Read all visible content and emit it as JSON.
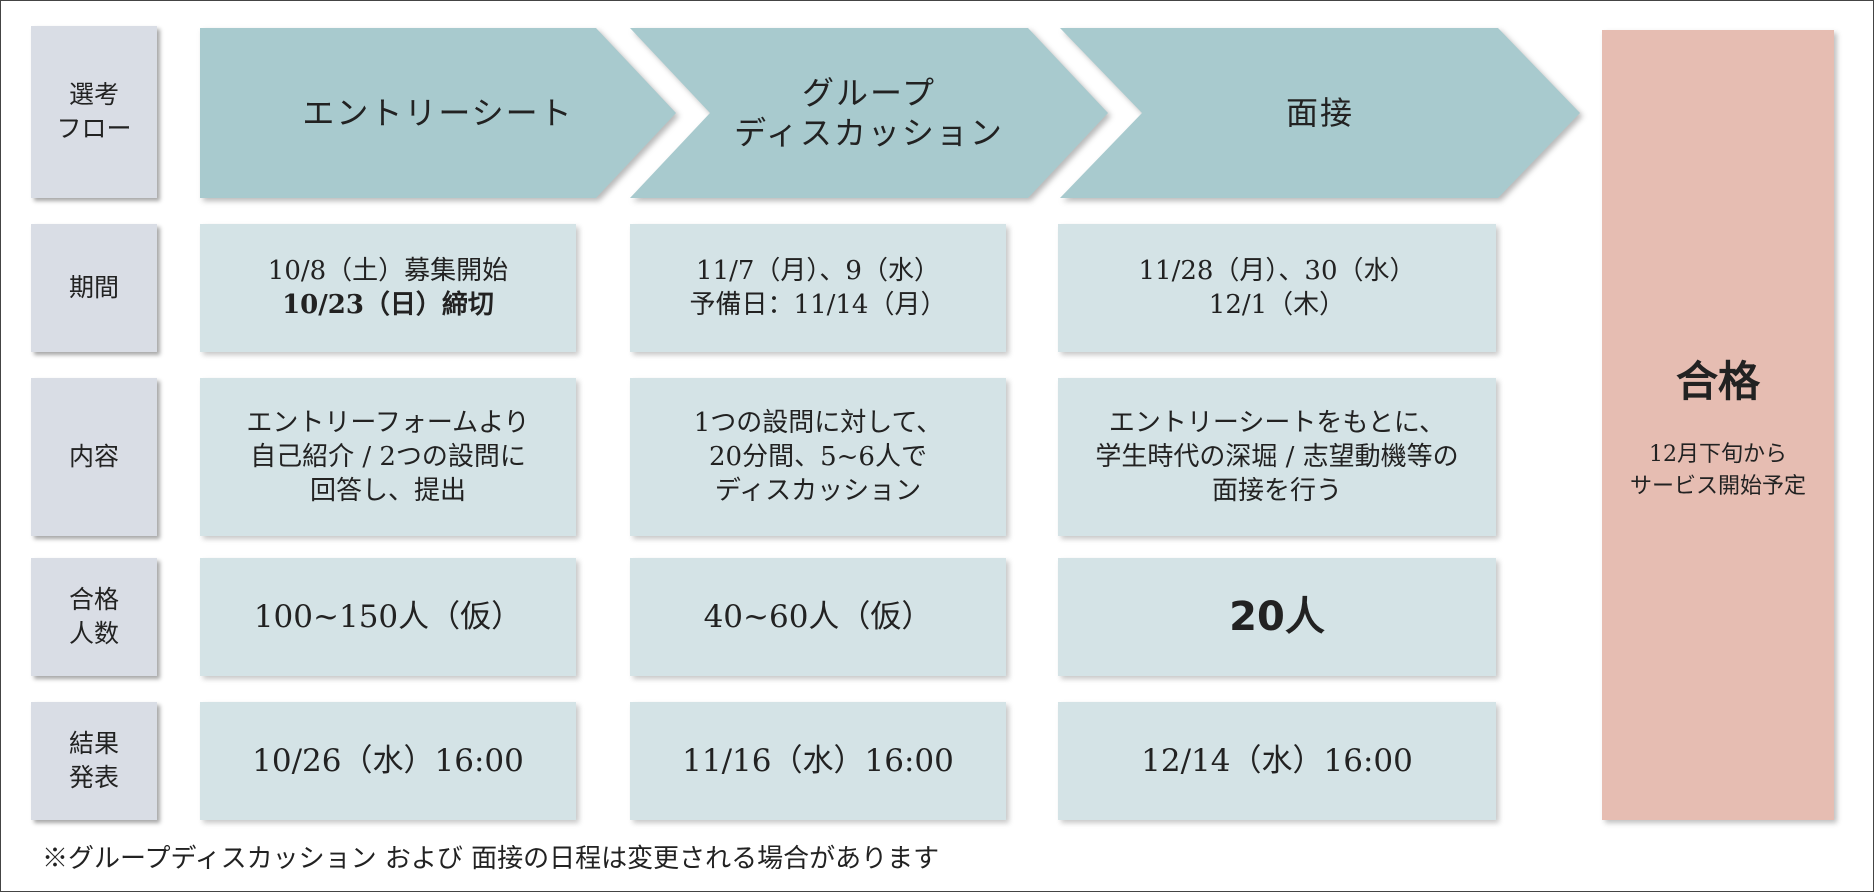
{
  "row_labels": {
    "flow": "選考\nフロー",
    "period": "期間",
    "content": "内容",
    "passers": "合格\n人数",
    "result": "結果\n発表"
  },
  "stages": [
    {
      "name": "エントリーシート",
      "period_line1": "10/8（土）募集開始",
      "period_line2": "10/23（日）締切",
      "content_lines": [
        "エントリーフォームより",
        "自己紹介 / 2つの設問に",
        "回答し、提出"
      ],
      "passers": "100~150人（仮）",
      "result": "10/26（水）16:00"
    },
    {
      "name": "グループ\nディスカッション",
      "period_line1": "11/7（月）、9（水）",
      "period_line2": "予備日：11/14（月）",
      "content_lines": [
        "1つの設問に対して、",
        "20分間、5~6人で",
        "ディスカッション"
      ],
      "passers": "40~60人（仮）",
      "result": "11/16（水）16:00"
    },
    {
      "name": "面接",
      "period_line1": "11/28（月）、30（水）",
      "period_line2": "12/1（木）",
      "content_lines": [
        "エントリーシートをもとに、",
        "学生時代の深堀 / 志望動機等の",
        "面接を行う"
      ],
      "passers": "20人",
      "result": "12/14（水）16:00"
    }
  ],
  "final": {
    "title": "合格",
    "subtitle_line1": "12月下旬から",
    "subtitle_line2": "サービス開始予定"
  },
  "note": "※グループディスカッション および 面接の日程は変更される場合があります",
  "colors": {
    "label_bg": "#d9dde5",
    "arrow_bg": "#a8cace",
    "cell_bg": "#d4e3e6",
    "final_bg": "#e6bdb2"
  }
}
